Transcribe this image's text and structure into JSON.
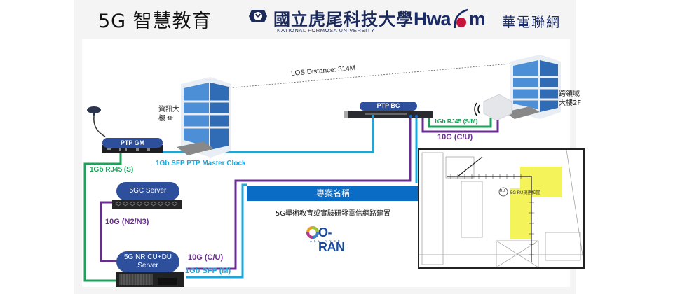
{
  "header": {
    "title": "5G 智慧教育",
    "university": {
      "name_cn": "國立虎尾科技大學",
      "name_en": "NATIONAL FORMOSA UNIVERSITY"
    },
    "partner": {
      "name_en_pre": "Hwa",
      "name_en_post": "m",
      "name_cn": "華電聯網"
    }
  },
  "buildings": {
    "left": {
      "label_line1": "資訊大",
      "label_line2": "樓3F"
    },
    "right": {
      "label_line1": "跨領域",
      "label_line2": "大樓2F"
    }
  },
  "link_distance": "LOS Distance: 314M",
  "devices": {
    "ptp_gm": "PTP GM",
    "ptp_bc": "PTP BC",
    "core": "5GC Server",
    "cu_du_line1": "5G NR CU+DU",
    "cu_du_line2": "Server"
  },
  "links": {
    "gm_to_bc": "1Gb SFP PTP Master Clock",
    "gm_to_cudu": "1Gb RJ45 (S)",
    "core_to_cudu": "10G (N2/N3)",
    "cudu_to_bc_10g": "10G (C/U)",
    "cudu_to_bc_sfp": "1Gb SFP (M)",
    "bc_to_ru_rj45": "1Gb RJ45 (S/M)",
    "bc_to_ru_10g": "10G (C/U)"
  },
  "project": {
    "header": "專案名稱",
    "name": "5G學術教育或實驗研發電信網路建置",
    "logo_text": "O-RAN",
    "logo_sub": "ALLIANCE"
  },
  "floorplan": {
    "ru_badge": "RU",
    "ru_label": "5G RU規劃位置"
  },
  "colors": {
    "green_link": "#1aa35a",
    "cyan_link": "#1aa8dc",
    "purple_link": "#6a2c91",
    "pill": "#2e4f9b",
    "project_header": "#0a6cc4",
    "ru_area": "#f5f35a"
  }
}
